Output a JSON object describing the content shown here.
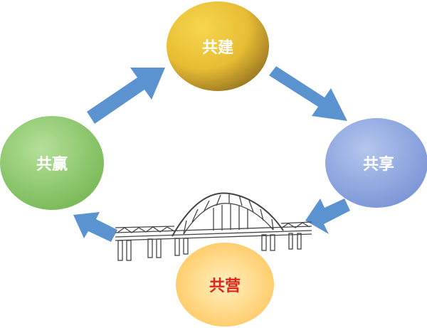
{
  "nodes": {
    "top": {
      "label": "共建",
      "color": "#c9a227"
    },
    "right": {
      "label": "共享",
      "color": "#8ea6de"
    },
    "bottom": {
      "label": "共营",
      "color": "#ffd27a",
      "text_color": "#e0241c"
    },
    "left": {
      "label": "共赢",
      "color": "#8fca6a"
    }
  },
  "colors": {
    "arrow": "#5a93d0",
    "bridge": "#444444"
  }
}
